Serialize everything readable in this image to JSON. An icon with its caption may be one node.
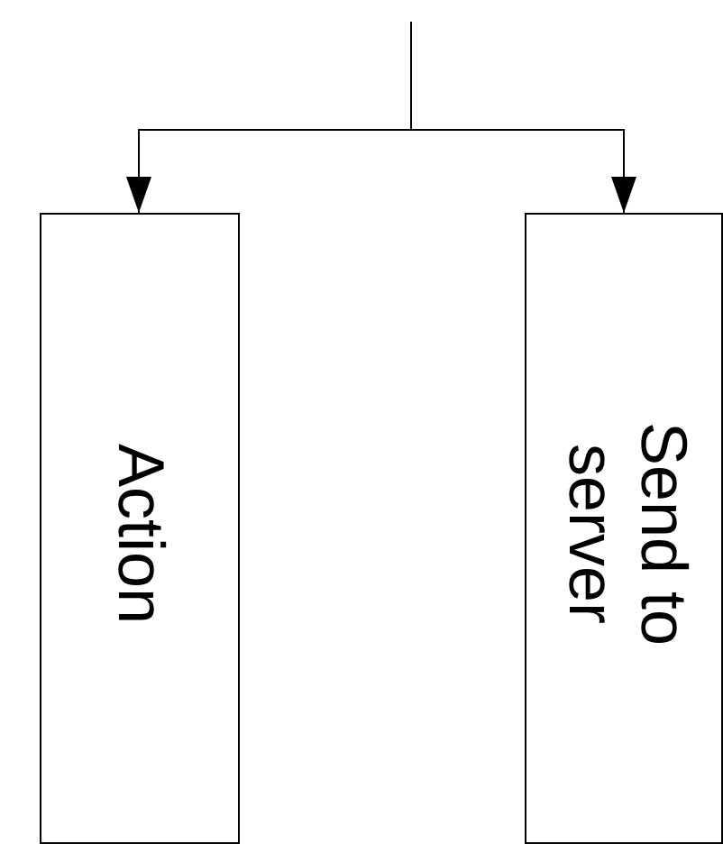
{
  "diagram": {
    "nodes": [
      {
        "text": [
          "Action"
        ]
      },
      {
        "text": [
          "Send to server"
        ]
      }
    ],
    "edges": [
      {
        "from": null,
        "to": 0,
        "arrow": "to"
      },
      {
        "from": null,
        "to": 1,
        "arrow": "to"
      }
    ]
  }
}
